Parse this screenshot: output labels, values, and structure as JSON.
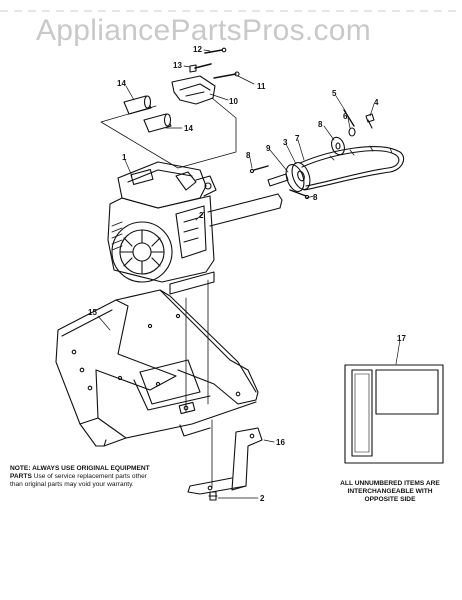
{
  "watermark": "AppliancePartsPros.com",
  "callouts": {
    "c1": "1",
    "c2a": "2",
    "c2b": "2",
    "c3": "3",
    "c4": "4",
    "c5": "5",
    "c6": "6",
    "c7": "7",
    "c8a": "8",
    "c8b": "8",
    "c9": "9",
    "c10": "10",
    "c11": "11",
    "c12": "12",
    "c13": "13",
    "c14a": "14",
    "c14b": "14",
    "c15": "15",
    "c16": "16",
    "c17": "17"
  },
  "note": {
    "bold": "NOTE: ALWAYS USE ORIGINAL EQUIPMENT PARTS",
    "text": "Use of service replacement parts other than original parts may void your warranty."
  },
  "interchangeable": "ALL UNNUMBERED ITEMS ARE INTERCHANGEABLE WITH OPPOSITE SIDE"
}
